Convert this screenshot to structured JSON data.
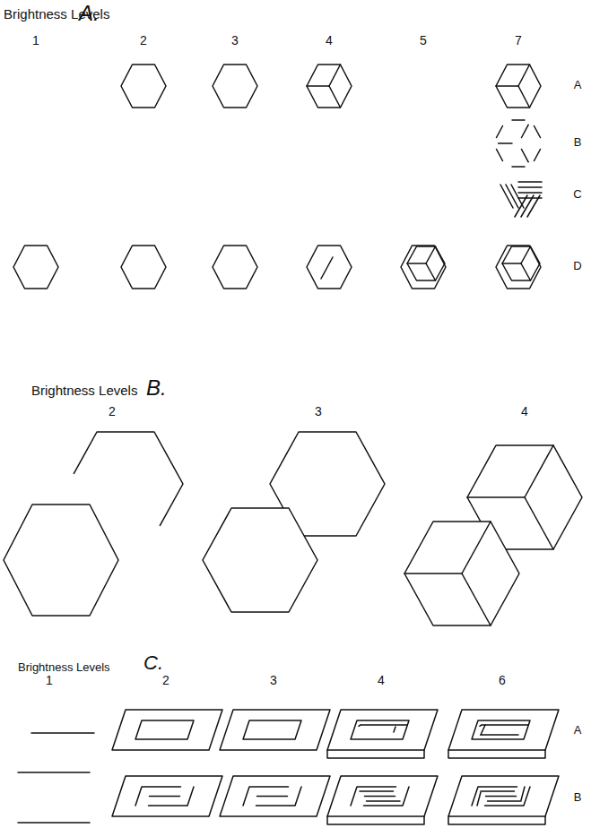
{
  "diagram": {
    "labels": [
      "Brightness Levels",
      "A.",
      "1",
      "2",
      "3",
      "4",
      "5",
      "7",
      "A",
      "B",
      "C",
      "D",
      "Brightness Levels",
      "B.",
      "2",
      "3",
      "4",
      "Brightness Levels",
      "C.",
      "1",
      "2",
      "3",
      "4",
      "6",
      "A",
      "B"
    ]
  }
}
